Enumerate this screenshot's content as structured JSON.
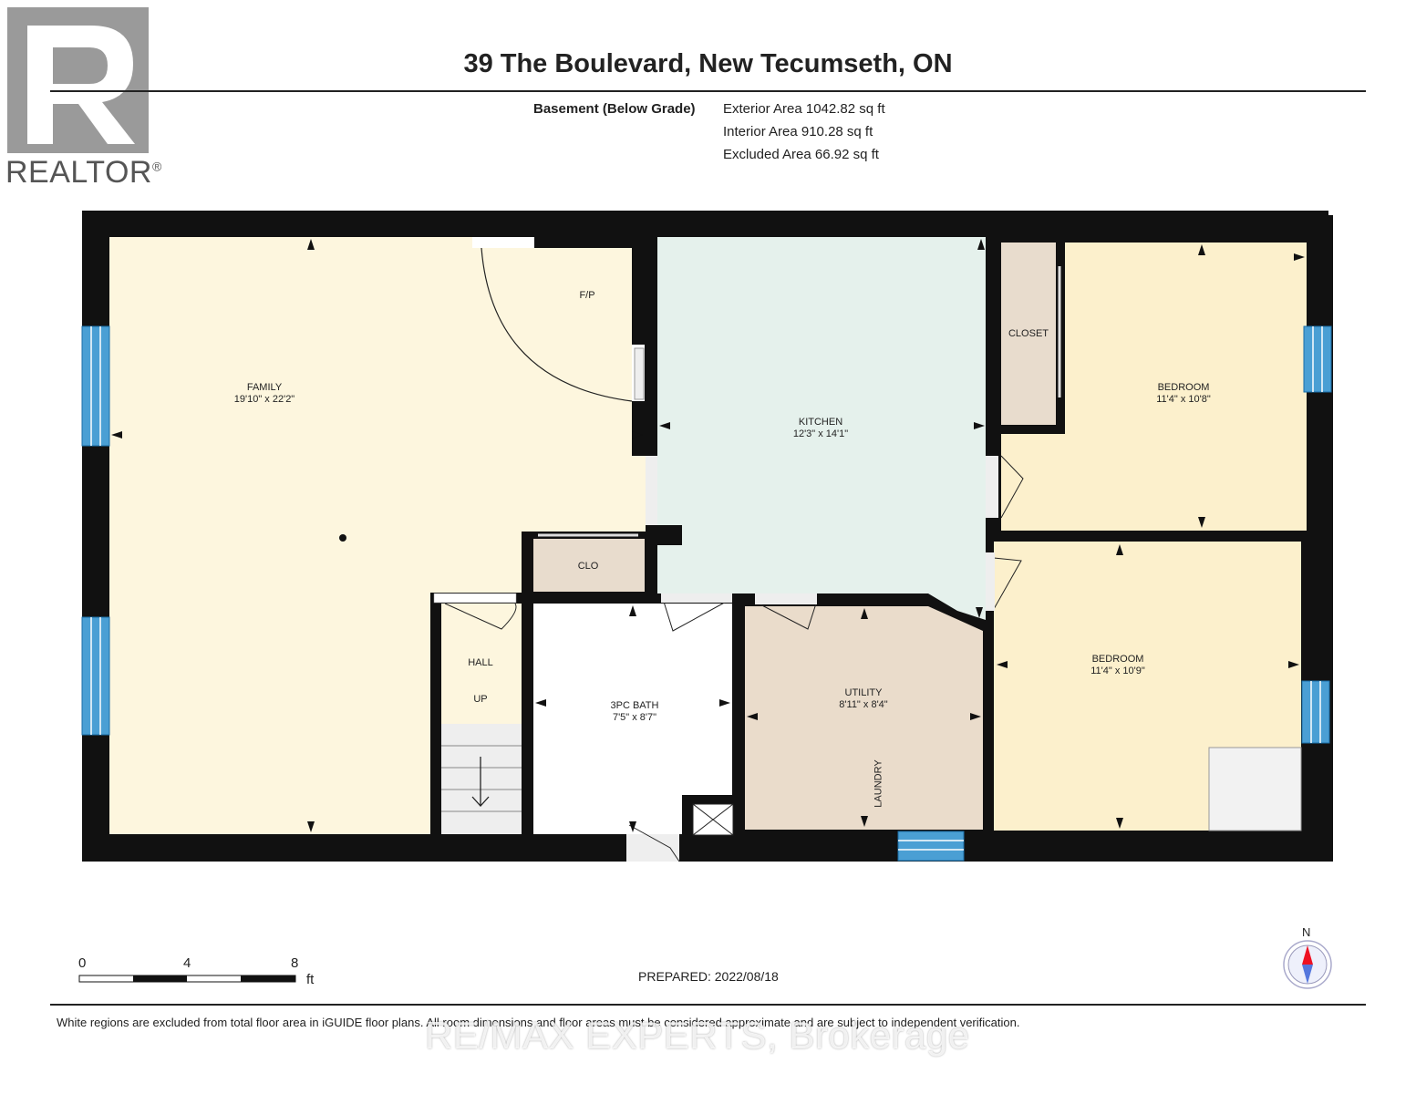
{
  "header": {
    "title": "39 The Boulevard, New Tecumseth, ON",
    "level": "Basement (Below Grade)",
    "exterior_area": "Exterior Area 1042.82 sq ft",
    "interior_area": "Interior Area 910.28 sq ft",
    "excluded_area": "Excluded Area 66.92 sq ft"
  },
  "logo": {
    "text": "REALTOR",
    "mark": "®"
  },
  "rooms": {
    "family": {
      "name": "FAMILY",
      "dims": "19'10\" x 22'2\""
    },
    "fp": {
      "name": "F/P"
    },
    "kitchen": {
      "name": "KITCHEN",
      "dims": "12'3\" x 14'1\""
    },
    "closet": {
      "name": "CLOSET"
    },
    "bedroom1": {
      "name": "BEDROOM",
      "dims": "11'4\" x 10'8\""
    },
    "bedroom2": {
      "name": "BEDROOM",
      "dims": "11'4\" x 10'9\""
    },
    "clo": {
      "name": "CLO"
    },
    "hall": {
      "name": "HALL"
    },
    "up": {
      "name": "UP"
    },
    "bath": {
      "name": "3PC BATH",
      "dims": "7'5\" x 8'7\""
    },
    "utility": {
      "name": "UTILITY",
      "dims": "8'11\" x 8'4\""
    },
    "laundry": {
      "name": "LAUNDRY"
    }
  },
  "colors": {
    "wall": "#111111",
    "family": "#fdf6de",
    "kitchen": "#e5f1ec",
    "bedroom": "#fcf0cc",
    "closet": "#e8dccd",
    "utility": "#eadccb",
    "window": "#4a9fd4"
  },
  "scale": {
    "labels": [
      "0",
      "4",
      "8"
    ],
    "unit": "ft"
  },
  "prepared": "PREPARED: 2022/08/18",
  "compass": {
    "label": "N"
  },
  "footnote": "White regions are excluded from total floor area in iGUIDE floor plans. All room dimensions and floor areas must be considered approximate and are subject to independent verification.",
  "watermark": "RE/MAX EXPERTS, Brokerage"
}
